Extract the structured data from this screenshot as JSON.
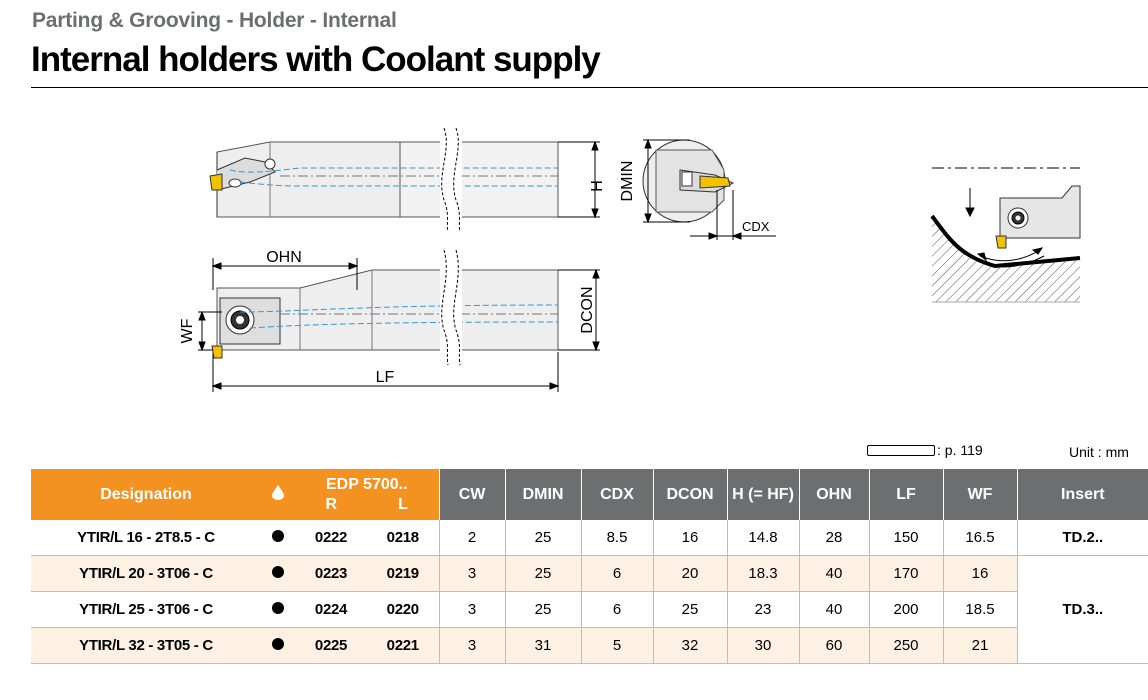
{
  "header": {
    "subtitle": "Parting & Grooving - Holder - Internal",
    "title": "Internal holders with Coolant supply"
  },
  "drawing_labels": {
    "h": "H",
    "dmin": "DMIN",
    "cdx": "CDX",
    "ohn": "OHN",
    "wf": "WF",
    "dcon": "DCON",
    "lf": "LF"
  },
  "reference": {
    "page": ": p. 119",
    "unit": "Unit : mm"
  },
  "table": {
    "headers": {
      "designation": "Designation",
      "edp": "EDP 5700..",
      "r": "R",
      "l": "L",
      "cw": "CW",
      "dmin": "DMIN",
      "cdx": "CDX",
      "dcon": "DCON",
      "h": "H (= HF)",
      "ohn": "OHN",
      "lf": "LF",
      "wf": "WF",
      "insert": "Insert"
    },
    "rows": [
      {
        "designation": "YTIR/L 16 - 2T8.5 - C",
        "r": "0222",
        "l": "0218",
        "cw": "2",
        "dmin": "25",
        "cdx": "8.5",
        "dcon": "16",
        "h": "14.8",
        "ohn": "28",
        "lf": "150",
        "wf": "16.5"
      },
      {
        "designation": "YTIR/L 20 - 3T06 - C",
        "r": "0223",
        "l": "0219",
        "cw": "3",
        "dmin": "25",
        "cdx": "6",
        "dcon": "20",
        "h": "18.3",
        "ohn": "40",
        "lf": "170",
        "wf": "16"
      },
      {
        "designation": "YTIR/L 25 - 3T06 - C",
        "r": "0224",
        "l": "0220",
        "cw": "3",
        "dmin": "25",
        "cdx": "6",
        "dcon": "25",
        "h": "23",
        "ohn": "40",
        "lf": "200",
        "wf": "18.5"
      },
      {
        "designation": "YTIR/L 32 - 3T05 - C",
        "r": "0225",
        "l": "0221",
        "cw": "3",
        "dmin": "31",
        "cdx": "5",
        "dcon": "32",
        "h": "30",
        "ohn": "60",
        "lf": "250",
        "wf": "21"
      }
    ],
    "inserts": [
      "TD.2..",
      "TD.3.."
    ]
  },
  "colors": {
    "header_orange": "#f39221",
    "header_gray": "#6d6e70",
    "row_tint": "#fdf1e4",
    "insert_yellow": "#f2c200"
  }
}
